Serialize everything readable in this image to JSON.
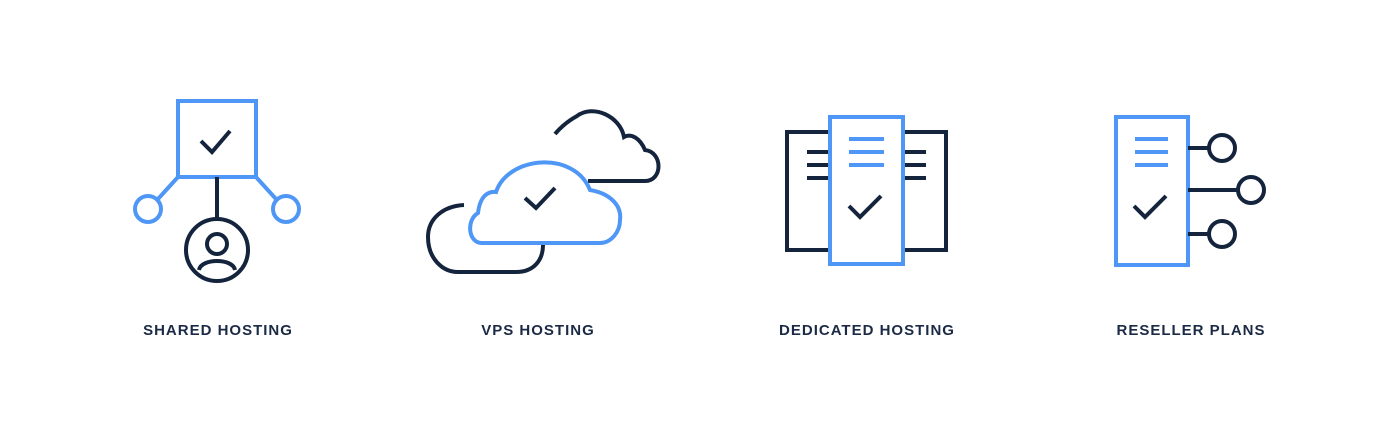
{
  "colors": {
    "accent": "#4e97f6",
    "dark": "#14243d",
    "label": "#1b2a45",
    "background": "#ffffff"
  },
  "items": [
    {
      "label": "SHARED HOSTING",
      "icon": "shared-hosting-icon"
    },
    {
      "label": "VPS HOSTING",
      "icon": "vps-hosting-icon"
    },
    {
      "label": "DEDICATED HOSTING",
      "icon": "dedicated-hosting-icon"
    },
    {
      "label": "RESELLER PLANS",
      "icon": "reseller-plans-icon"
    }
  ]
}
